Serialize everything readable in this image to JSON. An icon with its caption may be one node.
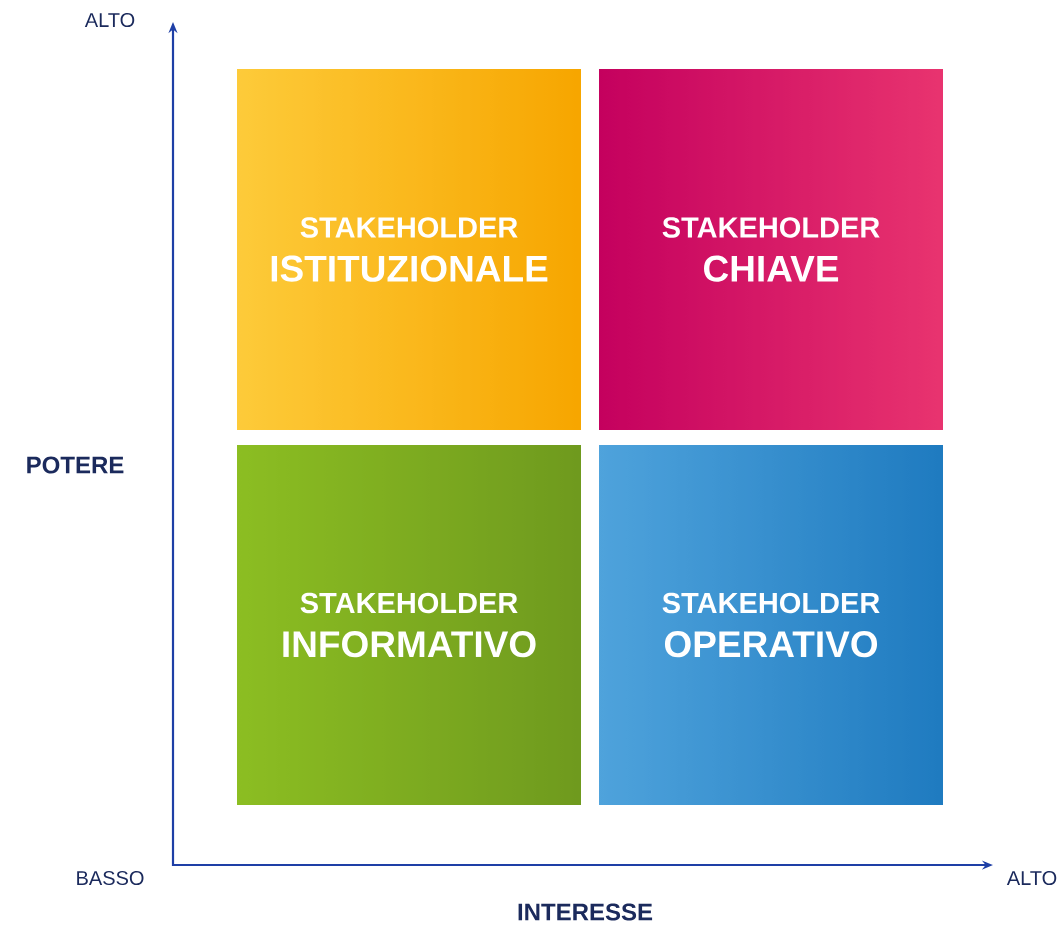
{
  "diagram": {
    "nodes": [
      {
        "text": [
          "STAKEHOLDER",
          "ISTITUZIONALE"
        ]
      },
      {
        "text": [
          "STAKEHOLDER",
          "CHIAVE"
        ]
      },
      {
        "text": [
          "STAKEHOLDER",
          "INFORMATIVO"
        ]
      },
      {
        "text": [
          "STAKEHOLDER",
          "OPERATIVO"
        ]
      }
    ],
    "edges": [],
    "labels": [
      "ALTO",
      "POTERE",
      "BASSO",
      "ALTO",
      "INTERESSE"
    ]
  }
}
